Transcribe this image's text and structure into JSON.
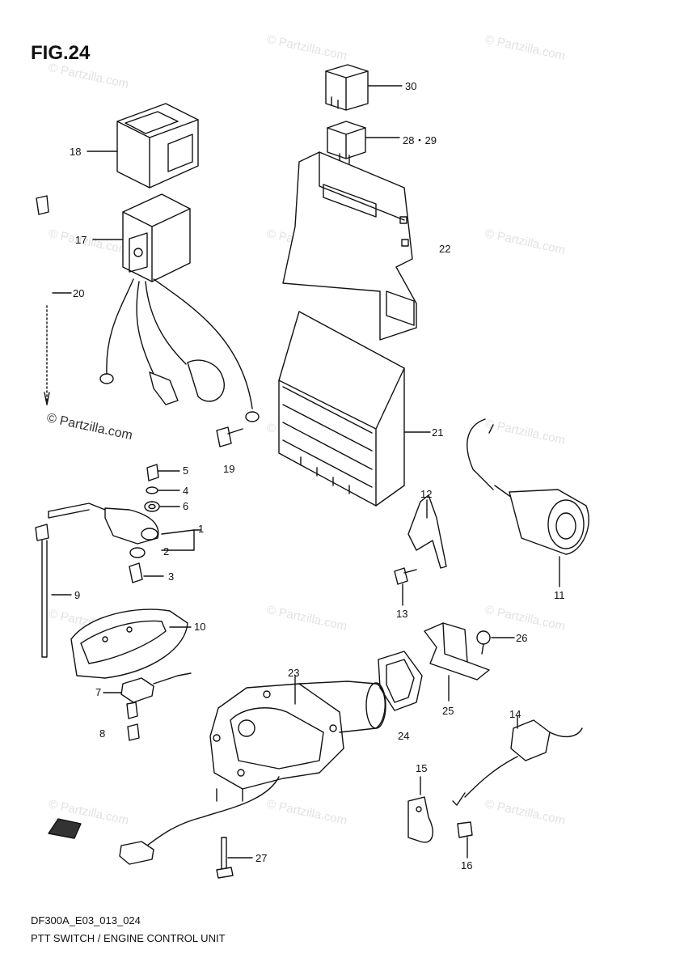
{
  "figure": {
    "title": "FIG.24"
  },
  "watermark": {
    "text": "© Partzilla.com"
  },
  "callouts": {
    "c1": "1",
    "c2": "2",
    "c3": "3",
    "c4": "4",
    "c5": "5",
    "c6": "6",
    "c7": "7",
    "c8": "8",
    "c9": "9",
    "c10": "10",
    "c11": "11",
    "c12": "12",
    "c13": "13",
    "c14": "14",
    "c15": "15",
    "c16": "16",
    "c17": "17",
    "c18": "18",
    "c19": "19",
    "c20": "20",
    "c21": "21",
    "c22": "22",
    "c23": "23",
    "c24": "24",
    "c25": "25",
    "c26": "26",
    "c27": "27",
    "c28_29": "28・29",
    "c30": "30"
  },
  "footer": {
    "code": "DF300A_E03_013_024",
    "caption": "PTT SWITCH / ENGINE CONTROL UNIT"
  },
  "icons": {
    "fwd_arrow": "forward-direction-icon"
  }
}
